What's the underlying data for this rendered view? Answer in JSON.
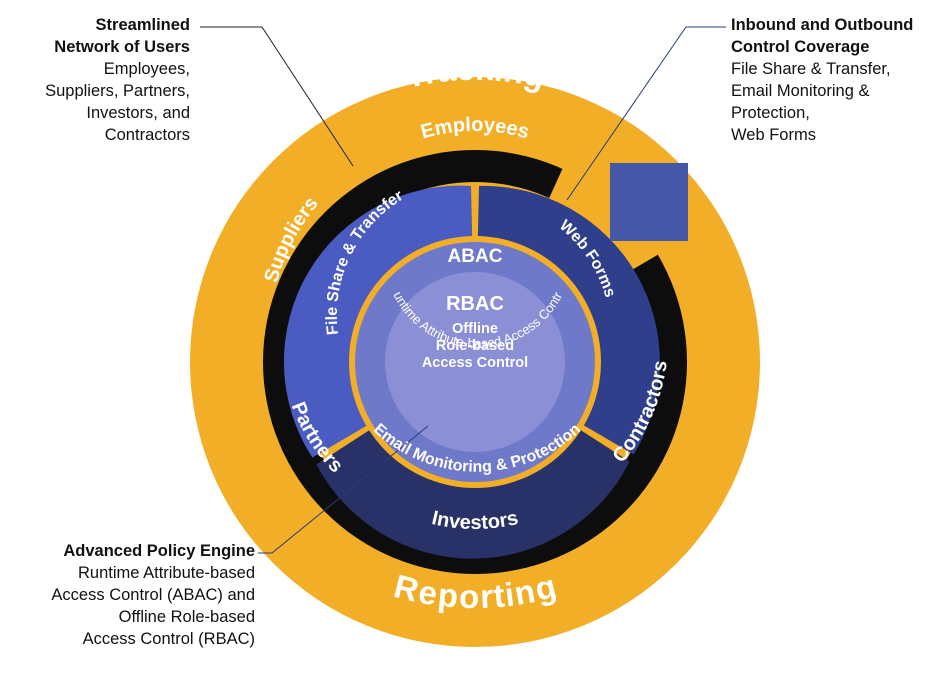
{
  "colors": {
    "outer_ring": "#f2ae26",
    "user_ring": "#0d0d0d",
    "coverage_left": "#4a5bc2",
    "coverage_right": "#2f3f8c",
    "coverage_bottom": "#283268",
    "abac_ring": "#6f79c9",
    "rbac_core": "#8a8fd6",
    "separator": "#f2ae26",
    "square": "#4558a8",
    "leader_line": "#2a3a7a",
    "text_light": "#ffffff",
    "text_dark": "#111111"
  },
  "rings": {
    "top_label": "Tracking",
    "bottom_label": "Reporting",
    "users": {
      "top": "Employees",
      "left_upper": "Suppliers",
      "left_lower": "Partners",
      "bottom": "Investors",
      "right": "Contractors"
    },
    "coverage": {
      "left": "File Share & Transfer",
      "right": "Web Forms",
      "bottom": "Email Monitoring & Protection"
    },
    "abac": {
      "title": "ABAC",
      "arc_text": "Runtime Attribute-based Access Control"
    },
    "rbac": {
      "title": "RBAC",
      "line1": "Offline",
      "line2": "Role-based",
      "line3": "Access Control"
    }
  },
  "callouts": {
    "users": {
      "title1": "Streamlined",
      "title2": "Network of Users",
      "lines": [
        "Employees,",
        "Suppliers, Partners,",
        "Investors, and",
        "Contractors"
      ]
    },
    "coverage": {
      "title1": "Inbound and Outbound",
      "title2": "Control Coverage",
      "lines": [
        "File Share & Transfer,",
        "Email Monitoring &",
        "Protection,",
        "Web Forms"
      ]
    },
    "policy": {
      "title1": "Advanced Policy Engine",
      "lines": [
        "Runtime Attribute-based",
        "Access Control (ABAC) and",
        "Offline Role-based",
        "Access Control (RBAC)"
      ]
    }
  }
}
